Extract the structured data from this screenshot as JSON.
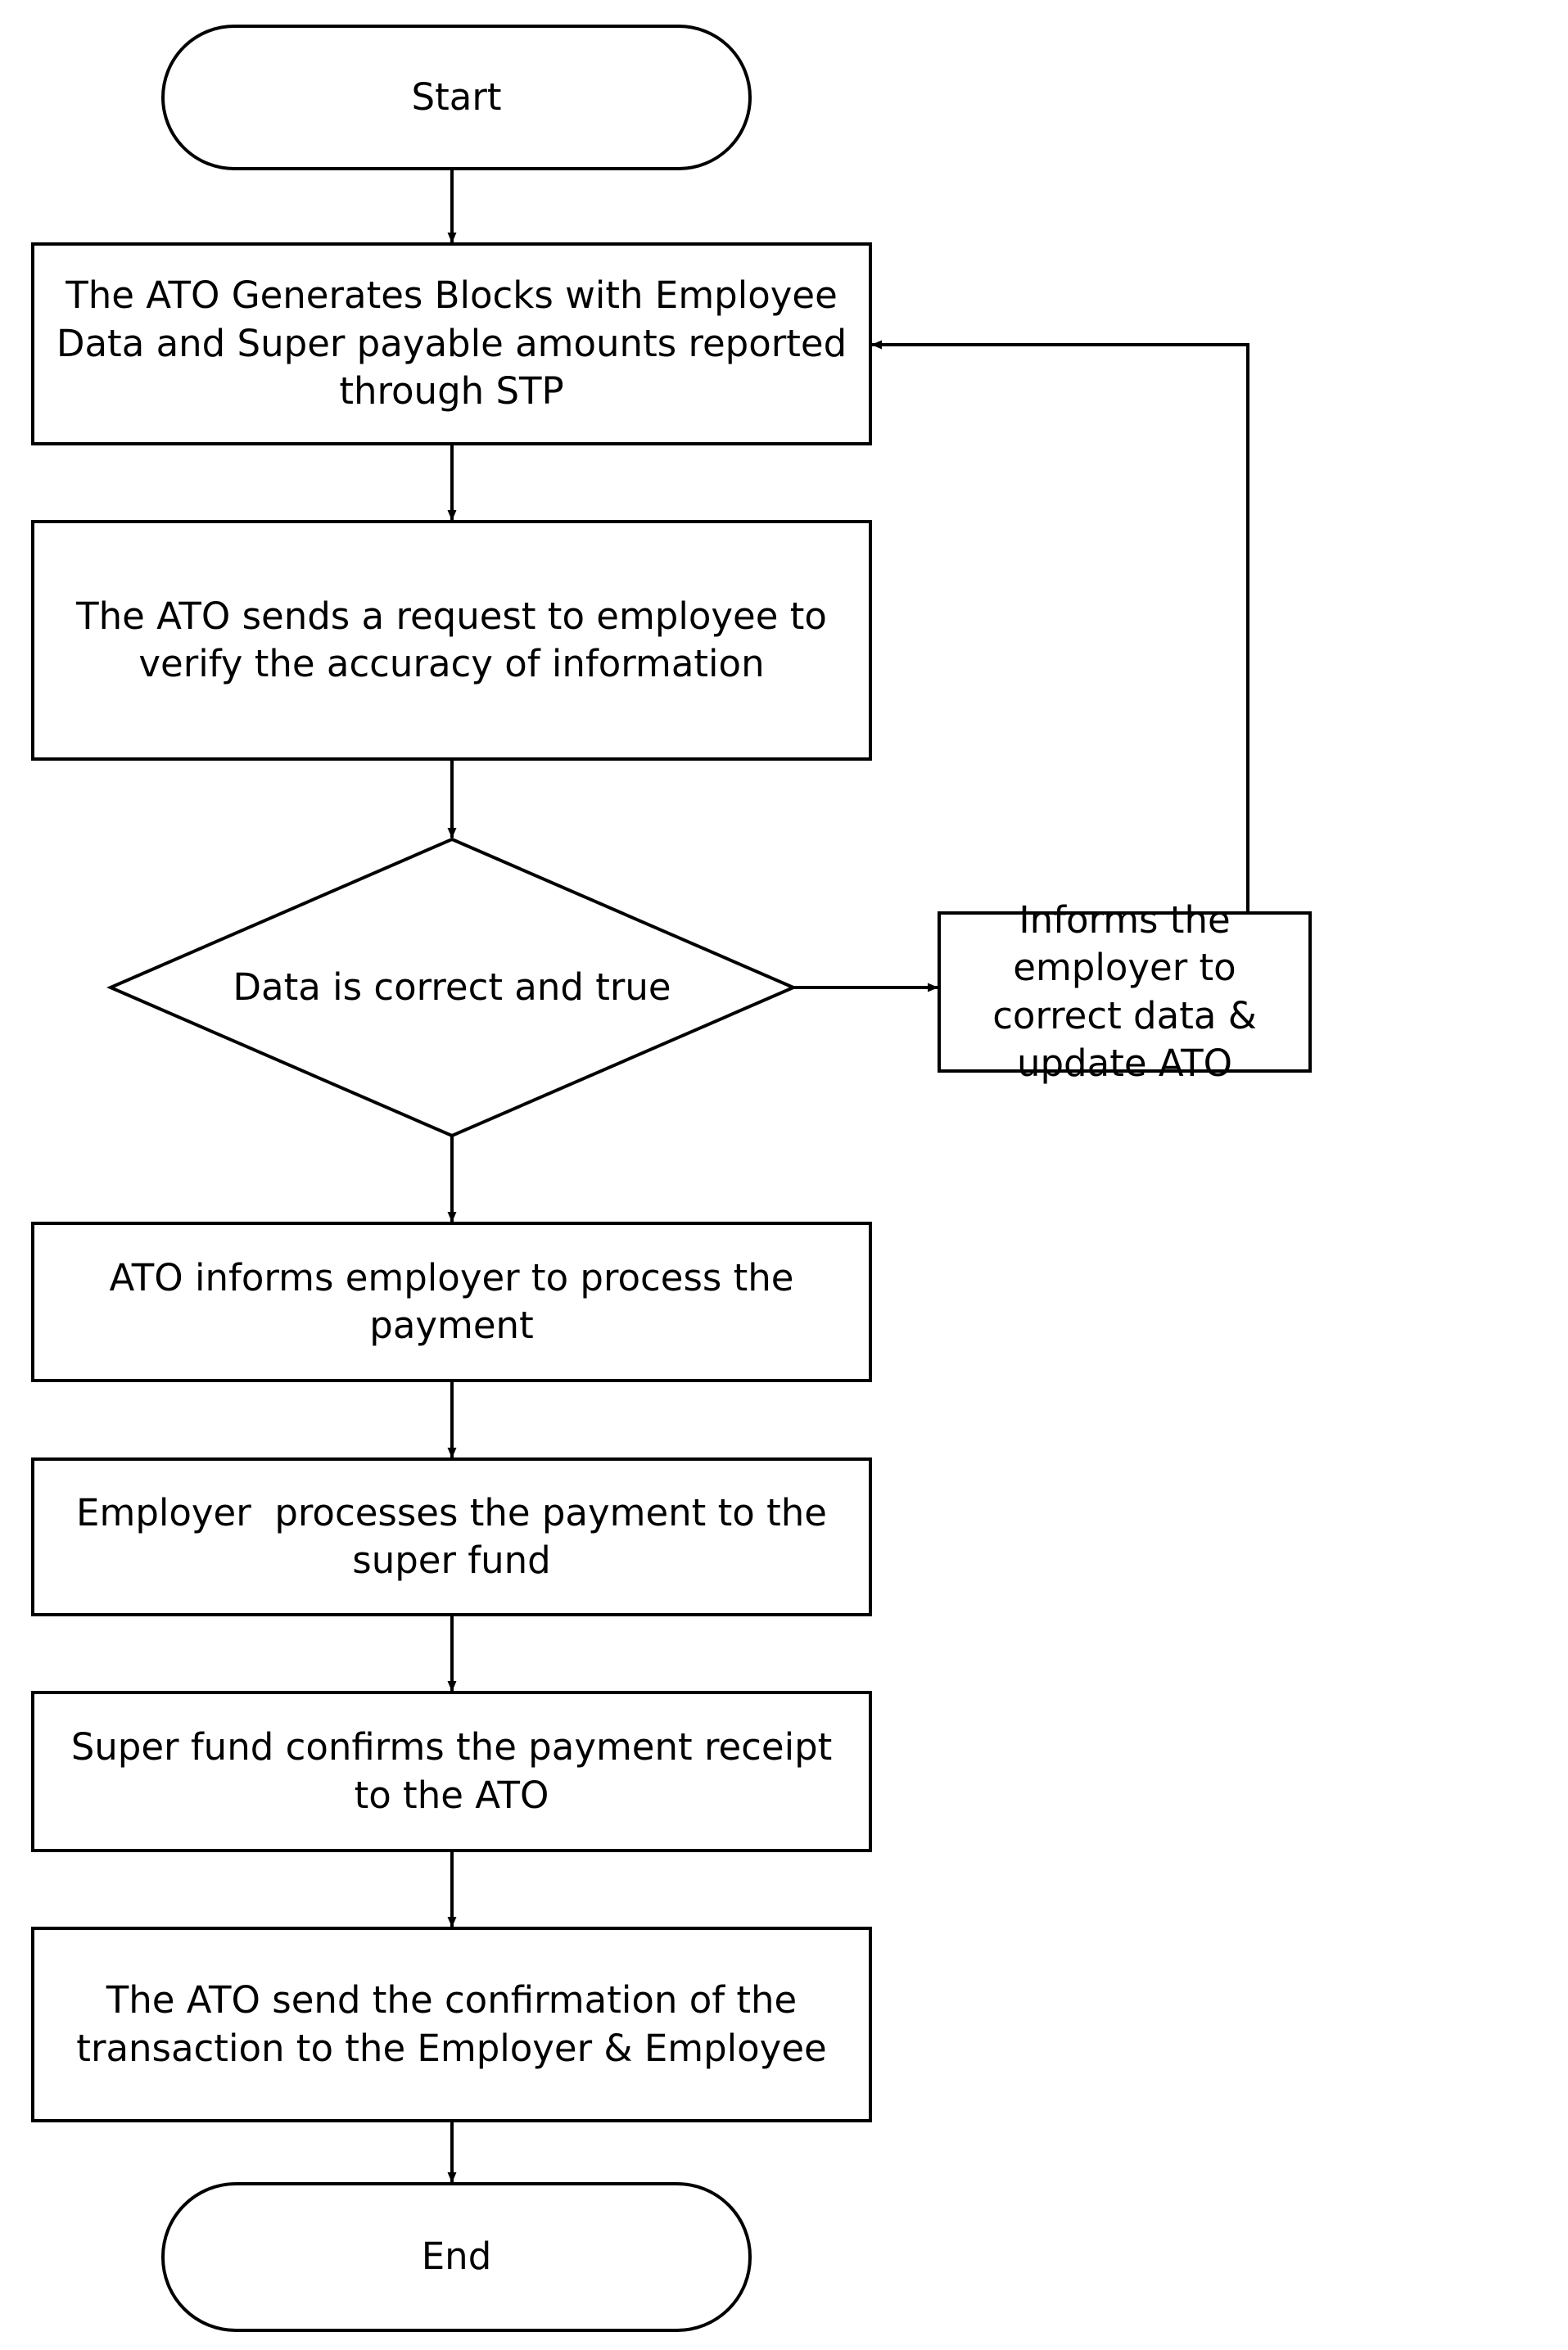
{
  "diagram": {
    "title": "ATO Superannuation Payment Process Flowchart",
    "type": "flowchart",
    "orientation": "top-to-bottom",
    "stroke_color": "#000000",
    "fill_color": "#FFFFFF",
    "text_color": "#000000"
  },
  "nodes": {
    "start": {
      "shape": "terminator",
      "label": "Start"
    },
    "ato_generates": {
      "shape": "process",
      "label": "The ATO Generates Blocks with Employee Data and Super payable amounts reported  through STP"
    },
    "ato_request": {
      "shape": "process",
      "label": "The ATO sends a request to employee to verify the accuracy of information"
    },
    "decision": {
      "shape": "decision",
      "label": "Data is correct and true"
    },
    "correct_data": {
      "shape": "process",
      "label": "Informs the employer to correct data & update ATO"
    },
    "ato_informs": {
      "shape": "process",
      "label": "ATO informs employer to process the payment"
    },
    "employer_pays": {
      "shape": "process",
      "label": "Employer  processes the payment to the super fund"
    },
    "fund_confirms": {
      "shape": "process",
      "label": "Super fund confirms the payment receipt to the ATO"
    },
    "ato_confirm": {
      "shape": "process",
      "label": "The ATO send the confirmation of the transaction to the Employer & Employee"
    },
    "end": {
      "shape": "terminator",
      "label": "End"
    }
  },
  "edges": [
    {
      "id": "e1",
      "from": "start",
      "to": "ato_generates",
      "label": "",
      "direction": "down"
    },
    {
      "id": "e2",
      "from": "ato_generates",
      "to": "ato_request",
      "label": "",
      "direction": "down"
    },
    {
      "id": "e3",
      "from": "ato_request",
      "to": "decision",
      "label": "",
      "direction": "down"
    },
    {
      "id": "e4",
      "from": "decision",
      "to": "correct_data",
      "label": "",
      "direction": "right"
    },
    {
      "id": "e5",
      "from": "correct_data",
      "to": "ato_generates",
      "label": "",
      "direction": "up-left-feedback"
    },
    {
      "id": "e6",
      "from": "decision",
      "to": "ato_informs",
      "label": "",
      "direction": "down"
    },
    {
      "id": "e7",
      "from": "ato_informs",
      "to": "employer_pays",
      "label": "",
      "direction": "down"
    },
    {
      "id": "e8",
      "from": "employer_pays",
      "to": "fund_confirms",
      "label": "",
      "direction": "down"
    },
    {
      "id": "e9",
      "from": "fund_confirms",
      "to": "ato_confirm",
      "label": "",
      "direction": "down"
    },
    {
      "id": "e10",
      "from": "ato_confirm",
      "to": "end",
      "label": "",
      "direction": "down"
    }
  ]
}
